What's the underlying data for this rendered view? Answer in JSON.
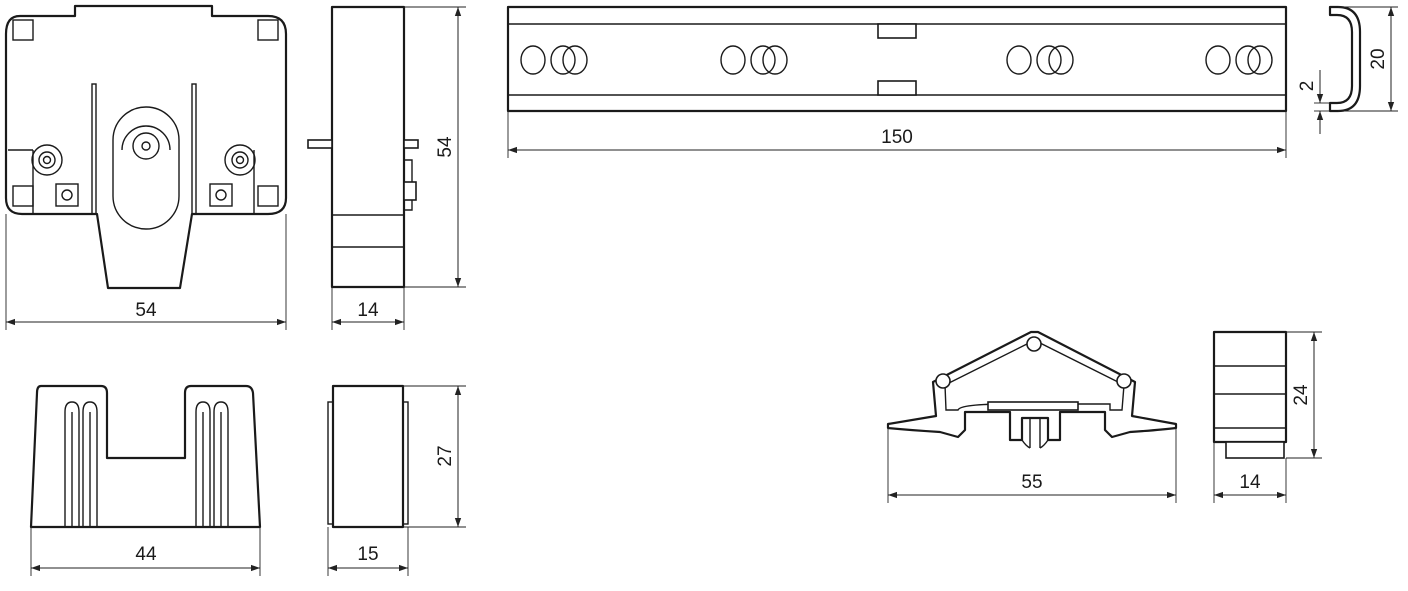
{
  "dimensions": {
    "holder_width": "54",
    "holder_height": "54",
    "holder_depth": "14",
    "rail_length": "150",
    "rail_height": "20",
    "rail_thickness": "2",
    "cover_width": "44",
    "cover_height": "27",
    "cover_depth": "15",
    "clip_width": "55",
    "clip_height": "24",
    "clip_depth": "14"
  },
  "colors": {
    "line": "#1a1a1a",
    "background": "#ffffff"
  }
}
